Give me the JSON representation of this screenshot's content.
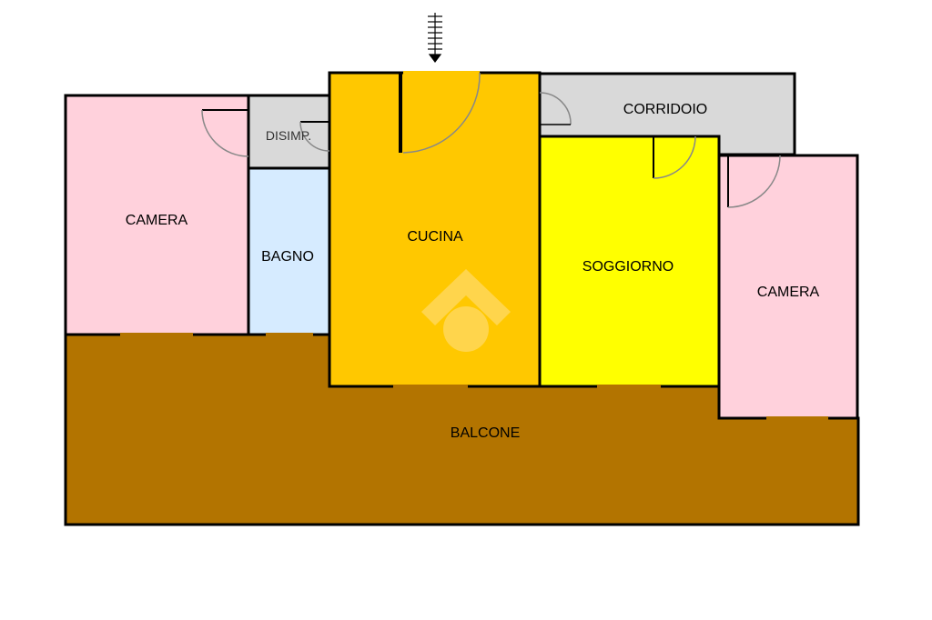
{
  "plan": {
    "rooms": {
      "camera_left": {
        "label": "CAMERA",
        "color": "#ffd1dc"
      },
      "disimpegno": {
        "label": "DISIMP.",
        "color": "#d9d9d9"
      },
      "bagno": {
        "label": "BAGNO",
        "color": "#d6ebff"
      },
      "cucina": {
        "label": "CUCINA",
        "color": "#ffc800"
      },
      "corridoio": {
        "label": "CORRIDOIO",
        "color": "#d9d9d9"
      },
      "soggiorno": {
        "label": "SOGGIORNO",
        "color": "#ffff00"
      },
      "camera_right": {
        "label": "CAMERA",
        "color": "#ffd1dc"
      },
      "balcone": {
        "label": "BALCONE",
        "color": "#b37400"
      }
    },
    "wall_color": "#000000",
    "door_arc_color": "#888888",
    "watermark_color": "#ffe08a"
  }
}
